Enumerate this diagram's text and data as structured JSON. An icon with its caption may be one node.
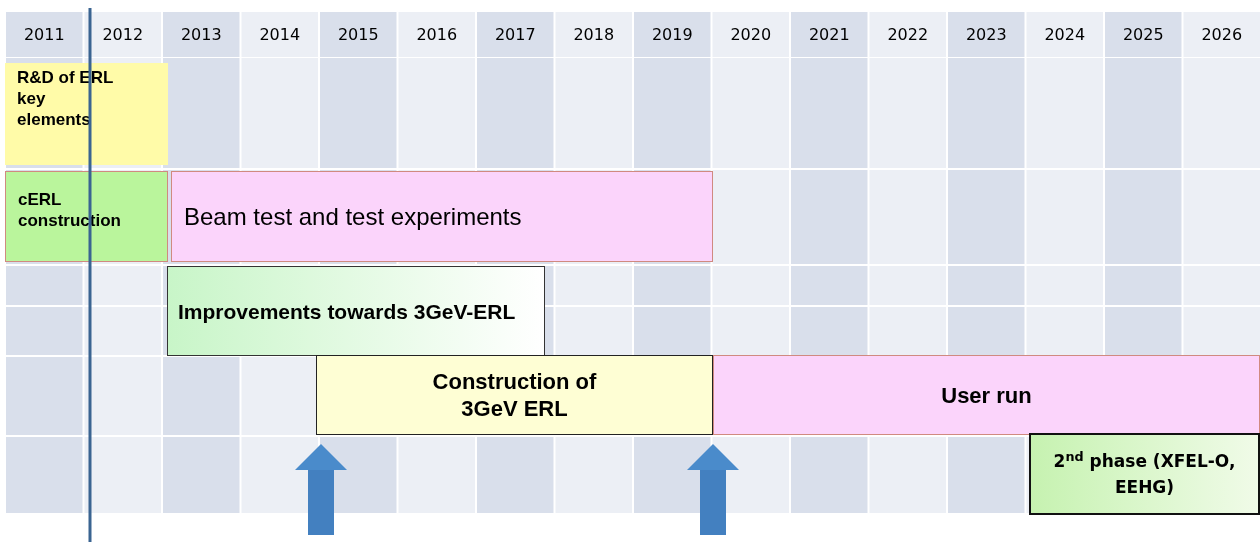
{
  "diagram": {
    "nodes": [
      {
        "text": [
          "R&D of ERL key elements"
        ]
      },
      {
        "text": [
          "cERL construction"
        ]
      },
      {
        "text": [
          "Beam test and test experiments"
        ]
      },
      {
        "text": [
          "Improvements towards 3GeV-ERL"
        ]
      },
      {
        "text": [
          "Construction of 3GeV ERL"
        ]
      },
      {
        "text": [
          "User run"
        ]
      },
      {
        "text": [
          "2$^{nd}$ phase (XFEL-O, EEHG)"
        ]
      }
    ],
    "edges": [
      {
        "from": null,
        "to": 4,
        "arrow": "to"
      },
      {
        "from": null,
        "to": 4,
        "arrow": "to"
      }
    ],
    "labels": [
      "2011",
      "2012",
      "2013",
      "2014",
      "2015",
      "2016",
      "2017",
      "2018",
      "2019",
      "2020",
      "2021",
      "2022",
      "2023",
      "2024",
      "2025",
      "2026"
    ]
  }
}
